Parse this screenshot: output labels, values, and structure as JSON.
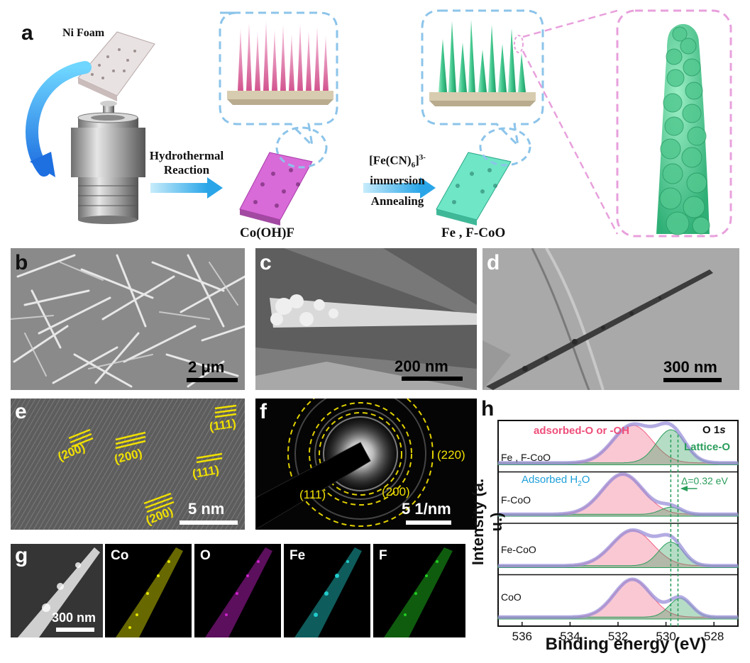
{
  "panel_a": {
    "label": "a",
    "ni_foam": "Ni Foam",
    "step1_line1": "Hydrothermal",
    "step1_line2": "Reaction",
    "product1": "Co(OH)F",
    "step2_reagent": "[Fe(CN)",
    "step2_sub": "6",
    "step2_sup": "3-",
    "step2_line2": "immersion",
    "step2_line3": "Annealing",
    "product2": "Fe , F-CoO"
  },
  "panel_b": {
    "label": "b",
    "scale": "2 μm"
  },
  "panel_c": {
    "label": "c",
    "scale": "200 nm"
  },
  "panel_d": {
    "label": "d",
    "scale": "300 nm"
  },
  "panel_e": {
    "label": "e",
    "scale": "5 nm",
    "planes": [
      "(200)",
      "(200)",
      "(111)",
      "(111)",
      "(200)"
    ]
  },
  "panel_f": {
    "label": "f",
    "scale": "5 1/nm",
    "rings": [
      "(111)",
      "(200)",
      "(220)"
    ]
  },
  "panel_g": {
    "label": "g",
    "scale": "300 nm",
    "maps": [
      {
        "element": "Co",
        "color": "#e6e600"
      },
      {
        "element": "O",
        "color": "#cc22cc"
      },
      {
        "element": "Fe",
        "color": "#22cccc"
      },
      {
        "element": "F",
        "color": "#22cc22"
      }
    ]
  },
  "panel_h": {
    "label": "h",
    "core_level": "O 1",
    "core_level_orbital": "s",
    "adsorbed_label": "adsorbed-O or -OH",
    "lattice_label": "Lattice-O",
    "water_label": "Adsorbed H",
    "water_sub": "2",
    "water_tail": "O",
    "shift_label": "Δ=0.32 eV",
    "xlabel": "Binding energy (eV)",
    "ylabel": "Intensity (a. u.)",
    "colors": {
      "adsorbed": "#f06080",
      "lattice": "#2a9d5a",
      "water": "#1ea0d8",
      "envelope": "#9a8fd8"
    }
  },
  "chart_data": {
    "type": "line",
    "title": "O 1s",
    "xlabel": "Binding energy (eV)",
    "ylabel": "Intensity (a. u.)",
    "xlim": [
      537,
      527
    ],
    "x_reversed": true,
    "xticks": [
      536,
      534,
      532,
      530,
      528
    ],
    "series": [
      {
        "name": "Fe , F-CoO",
        "components": [
          {
            "name": "adsorbed-O or -OH",
            "center": 531.4,
            "height": 0.8,
            "fwhm": 1.9
          },
          {
            "name": "Lattice-O",
            "center": 529.8,
            "height": 0.7,
            "fwhm": 1.4
          }
        ]
      },
      {
        "name": "F-CoO",
        "components": [
          {
            "name": "Adsorbed H2O",
            "center": 531.8,
            "height": 0.85,
            "fwhm": 2.0
          },
          {
            "name": "Lattice-O",
            "center": 529.8,
            "height": 0.15,
            "fwhm": 1.0
          }
        ]
      },
      {
        "name": "Fe-CoO",
        "components": [
          {
            "name": "adsorbed-O or -OH",
            "center": 531.4,
            "height": 0.75,
            "fwhm": 2.0
          },
          {
            "name": "Lattice-O",
            "center": 529.8,
            "height": 0.5,
            "fwhm": 1.2
          }
        ]
      },
      {
        "name": "CoO",
        "components": [
          {
            "name": "adsorbed-O or -OH",
            "center": 531.4,
            "height": 0.8,
            "fwhm": 1.8
          },
          {
            "name": "Lattice-O",
            "center": 529.4,
            "height": 0.4,
            "fwhm": 1.1
          }
        ]
      }
    ],
    "reference_lines": [
      529.8,
      529.5
    ],
    "annotation": "Δ=0.32 eV"
  }
}
